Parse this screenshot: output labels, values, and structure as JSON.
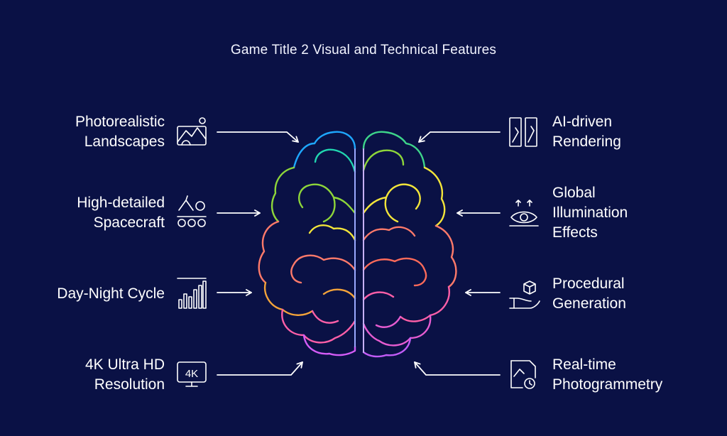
{
  "title": "Game Title 2 Visual and Technical Features",
  "features": {
    "left": [
      {
        "lines": [
          "Photorealistic",
          "Landscapes"
        ],
        "icon": "landscape-icon"
      },
      {
        "lines": [
          "High-detailed",
          "Spacecraft"
        ],
        "icon": "spacecraft-icon"
      },
      {
        "lines": [
          "Day-Night Cycle"
        ],
        "icon": "bar-chart-icon"
      },
      {
        "lines": [
          "4K Ultra HD",
          "Resolution"
        ],
        "icon": "4k-monitor-icon"
      }
    ],
    "right": [
      {
        "lines": [
          "AI-driven",
          "Rendering"
        ],
        "icon": "rendering-icon"
      },
      {
        "lines": [
          "Global",
          "Illumination",
          "Effects"
        ],
        "icon": "eye-light-icon"
      },
      {
        "lines": [
          "Procedural",
          "Generation"
        ],
        "icon": "hand-cube-icon"
      },
      {
        "lines": [
          "Real-time",
          "Photogrammetry"
        ],
        "icon": "photo-clock-icon"
      }
    ]
  },
  "icon_text": {
    "monitor": "4K"
  },
  "colors": {
    "background": "#0a1145",
    "brain_bands": [
      "#1ea7ff",
      "#21d6b0",
      "#8ed63a",
      "#f3e53a",
      "#ff7a6a",
      "#f3a33a",
      "#ff5fa8",
      "#d45cf6"
    ],
    "arrow": "#ffffff"
  }
}
